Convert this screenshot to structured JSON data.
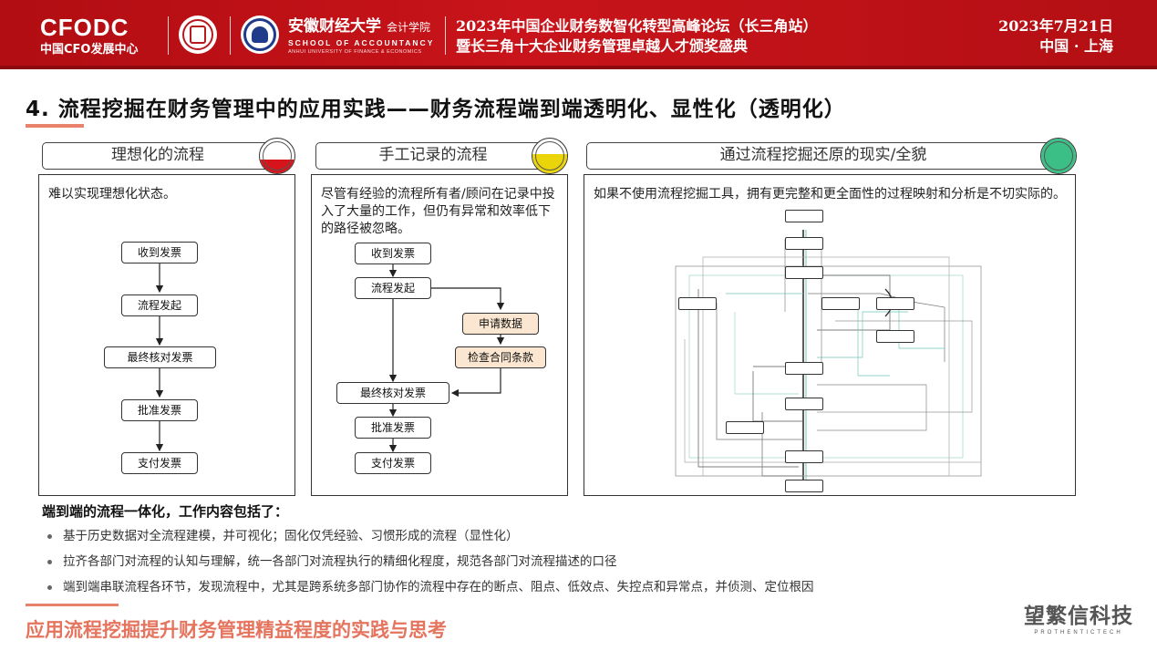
{
  "header": {
    "org_logo": "CFODC",
    "org_sub": "中国CFO发展中心",
    "university_cn": "安徽财经大学",
    "university_dept": "会计学院",
    "university_en": "SCHOOL OF ACCOUNTANCY",
    "university_en_full": "ANHUI UNIVERSITY OF FINANCE & ECONOMICS",
    "forum_line1": "2023年中国企业财务数智化转型高峰论坛（长三角站）",
    "forum_line2": "暨长三角十大企业财务管理卓越人才颁奖盛典",
    "date": "2023年7月21日",
    "location": "中国 · 上海",
    "colors": {
      "banner": "#c8141a"
    }
  },
  "title": "4. 流程挖掘在财务管理中的应用实践——财务流程端到端透明化、显性化（透明化）",
  "panels": [
    {
      "header": "理想化的流程",
      "indicator": {
        "color": "#d7141b",
        "level": 0.4
      },
      "desc": "难以实现理想化状态。",
      "nodes": [
        "收到发票",
        "流程发起",
        "最终核对发票",
        "批准发票",
        "支付发票"
      ]
    },
    {
      "header": "手工记录的流程",
      "indicator": {
        "color": "#ead40a",
        "level": 0.55
      },
      "desc": "尽管有经验的流程所有者/顾问在记录中投入了大量的工作，但仍有异常和效率低下的路径被忽略。",
      "nodes": [
        "收到发票",
        "流程发起",
        "申请数据",
        "检查合同条款",
        "最终核对发票",
        "批准发票",
        "支付发票"
      ]
    },
    {
      "header": "通过流程挖掘还原的现实/全貌",
      "indicator": {
        "color": "#3cbf86",
        "level": 1.0
      },
      "desc": "如果不使用流程挖掘工具，拥有更完整和更全面性的过程映射和分析是不切实际的。"
    }
  ],
  "summary": {
    "heading": "端到端的流程一体化，工作内容包括了：",
    "items": [
      "基于历史数据对全流程建模，并可视化；固化仅凭经验、习惯形成的流程（显性化）",
      "拉齐各部门对流程的认知与理解，统一各部门对流程执行的精细化程度，规范各部门对流程描述的口径",
      "端到端串联流程各环节，发现流程中，尤其是跨系统多部门协作的流程中存在的断点、阻点、低效点、失控点和异常点，并侦测、定位根因"
    ]
  },
  "footer": {
    "title": "应用流程挖掘提升财务管理精益程度的实践与思考",
    "brand_cn": "望繁信科技",
    "brand_en": "PROTHENTICTECH"
  }
}
